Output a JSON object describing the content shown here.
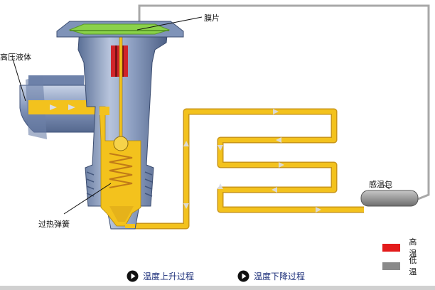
{
  "labels": {
    "diaphragm": "膜片",
    "high_pressure_liquid": "高压液体",
    "superheat_spring": "过热弹簧",
    "sensing_bulb": "感温包"
  },
  "legend": {
    "high_temp": {
      "label": "高 温",
      "color": "#e31b1b"
    },
    "low_temp": {
      "label": "低 温",
      "color": "#8a8a8a"
    }
  },
  "buttons": {
    "temp_rise": "温度上升过程",
    "temp_fall": "温度下降过程"
  },
  "colors": {
    "liquid": "#f3c21d",
    "body_blue": "#7a8fb3",
    "diaphragm": "#8ad14a",
    "capillary": "#9c9c9c"
  }
}
